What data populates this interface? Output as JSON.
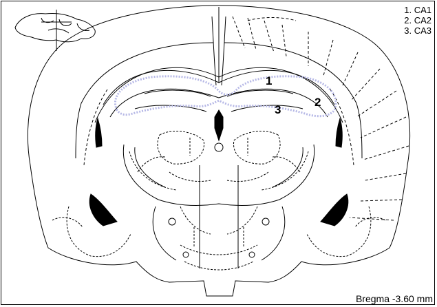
{
  "legend": {
    "items": [
      {
        "number": "1",
        "label": "1. CA1"
      },
      {
        "number": "2",
        "label": "2. CA2"
      },
      {
        "number": "3",
        "label": "3. CA3"
      }
    ]
  },
  "region_numbers": [
    "1",
    "2",
    "3"
  ],
  "bregma_label": "Bregma -3.60 mm",
  "colors": {
    "outline": "#000000",
    "ventricle": "#000000",
    "hippocampus_dots": "#b6b8e6",
    "background": "#ffffff"
  }
}
